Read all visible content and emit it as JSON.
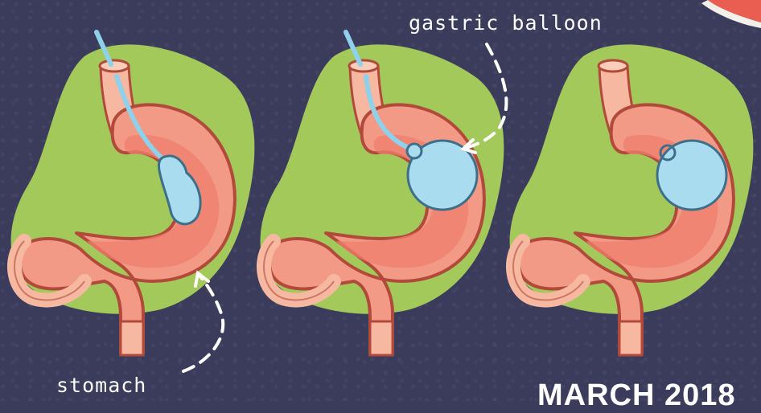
{
  "labels": {
    "balloon": "gastric balloon",
    "stomach": "stomach",
    "date": "MARCH 2018"
  },
  "colors": {
    "background": "#3b3b5c",
    "blob": "#a3c95a",
    "stomach_fill": "#f39a86",
    "stomach_inner": "#ef7d6c",
    "outline": "#b24a3c",
    "balloon": "#a9dcef",
    "tube": "#8fd0ea"
  }
}
